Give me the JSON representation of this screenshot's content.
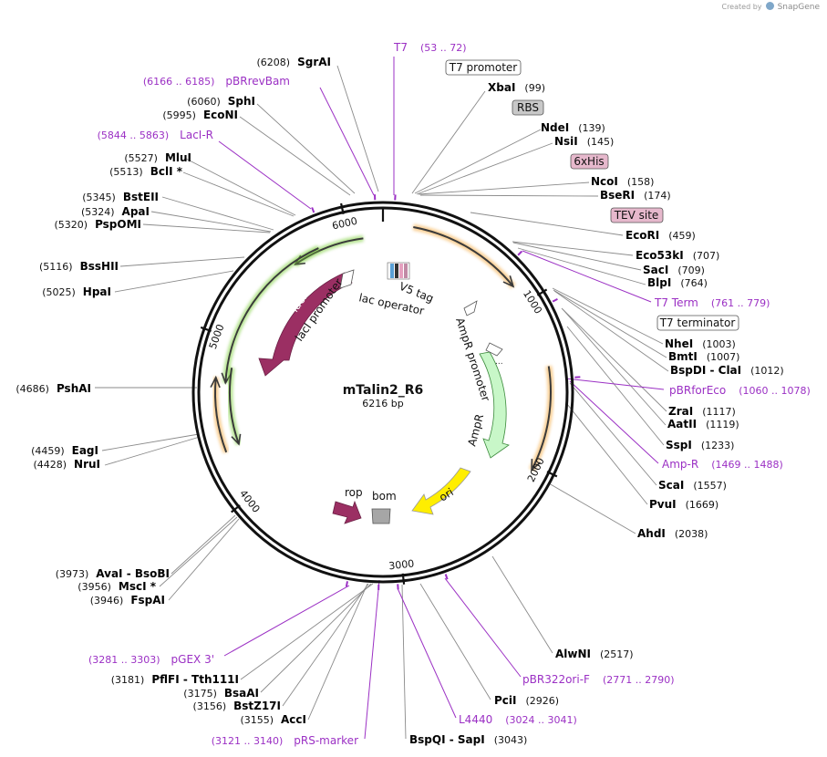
{
  "credit": {
    "prefix": "Created by",
    "brand": "SnapGene"
  },
  "plasmid": {
    "name": "mTalin2_R6",
    "size": "6216 bp",
    "length": 6216
  },
  "colors": {
    "enzyme": "#000000",
    "primer": "#9b30c4",
    "line": "#888888",
    "ring": "#111111",
    "lacI": "#9b2f63",
    "rop": "#9b2f63",
    "bom": "#a6a6a6",
    "ori": "#ffee00",
    "AmpR": "#c8f7c8",
    "orf_orange": "#f4a83d",
    "orf_green": "#7dcf3a",
    "T7promoter_box": "#ffffff",
    "RBS_box": "#c8c8c8",
    "tag_box": "#e6b8cc"
  },
  "ticks": [
    "1000",
    "2000",
    "3000",
    "4000",
    "5000",
    "6000"
  ],
  "right_labels": [
    {
      "name": "XbaI",
      "pos": "(99)"
    },
    {
      "name": "NdeI",
      "pos": "(139)"
    },
    {
      "name": "NsiI",
      "pos": "(145)"
    },
    {
      "name": "NcoI",
      "pos": "(158)"
    },
    {
      "name": "BseRI",
      "pos": "(174)"
    },
    {
      "name": "EcoRI",
      "pos": "(459)"
    },
    {
      "name": "Eco53kI",
      "pos": "(707)"
    },
    {
      "name": "SacI",
      "pos": "(709)"
    },
    {
      "name": "BlpI",
      "pos": "(764)"
    },
    {
      "name": "NheI",
      "pos": "(1003)"
    },
    {
      "name": "BmtI",
      "pos": "(1007)"
    },
    {
      "name": "BspDI - ClaI",
      "pos": "(1012)"
    },
    {
      "name": "ZraI",
      "pos": "(1117)"
    },
    {
      "name": "AatII",
      "pos": "(1119)"
    },
    {
      "name": "SspI",
      "pos": "(1233)"
    },
    {
      "name": "ScaI",
      "pos": "(1557)"
    },
    {
      "name": "PvuI",
      "pos": "(1669)"
    },
    {
      "name": "AhdI",
      "pos": "(2038)"
    },
    {
      "name": "AlwNI",
      "pos": "(2517)"
    },
    {
      "name": "PciI",
      "pos": "(2926)"
    },
    {
      "name": "BspQI - SapI",
      "pos": "(3043)"
    }
  ],
  "left_labels": [
    {
      "name": "SgrAI",
      "pos": "(6208)"
    },
    {
      "name": "SphI",
      "pos": "(6060)"
    },
    {
      "name": "EcoNI",
      "pos": "(5995)"
    },
    {
      "name": "MluI",
      "pos": "(5527)"
    },
    {
      "name": "BclI *",
      "pos": "(5513)"
    },
    {
      "name": "BstEII",
      "pos": "(5345)"
    },
    {
      "name": "ApaI",
      "pos": "(5324)"
    },
    {
      "name": "PspOMI",
      "pos": "(5320)"
    },
    {
      "name": "BssHII",
      "pos": "(5116)"
    },
    {
      "name": "HpaI",
      "pos": "(5025)"
    },
    {
      "name": "PshAI",
      "pos": "(4686)"
    },
    {
      "name": "EagI",
      "pos": "(4459)"
    },
    {
      "name": "NruI",
      "pos": "(4428)"
    },
    {
      "name": "AvaI - BsoBI",
      "pos": "(3973)"
    },
    {
      "name": "MscI *",
      "pos": "(3956)"
    },
    {
      "name": "FspAI",
      "pos": "(3946)"
    },
    {
      "name": "PflFI - Tth111I",
      "pos": "(3181)"
    },
    {
      "name": "BsaAI",
      "pos": "(3175)"
    },
    {
      "name": "BstZ17I",
      "pos": "(3156)"
    },
    {
      "name": "AccI",
      "pos": "(3155)"
    }
  ],
  "primers": [
    {
      "name": "T7",
      "range": "(53 .. 72)"
    },
    {
      "name": "pBRrevBam",
      "range": "(6166 .. 6185)"
    },
    {
      "name": "LacI-R",
      "range": "(5844 .. 5863)"
    },
    {
      "name": "T7 Term",
      "range": "(761 .. 779)"
    },
    {
      "name": "pBRforEco",
      "range": "(1060 .. 1078)"
    },
    {
      "name": "Amp-R",
      "range": "(1469 .. 1488)"
    },
    {
      "name": "pBR322ori-F",
      "range": "(2771 .. 2790)"
    },
    {
      "name": "L4440",
      "range": "(3024 .. 3041)"
    },
    {
      "name": "pRS-marker",
      "range": "(3121 .. 3140)"
    },
    {
      "name": "pGEX 3'",
      "range": "(3281 .. 3303)"
    }
  ],
  "boxed": {
    "t7_promoter": "T7 promoter",
    "rbs": "RBS",
    "his": "6xHis",
    "tev": "TEV site",
    "t7_terminator": "T7 terminator"
  },
  "features": {
    "lacI": "lacI",
    "lacI_promoter": "lacI promoter",
    "lac_operator": "lac operator",
    "v5_tag": "V5 tag",
    "ampr_promoter": "AmpR promoter",
    "ampr": "AmpR",
    "ori": "ori",
    "rop": "rop",
    "bom": "bom"
  }
}
